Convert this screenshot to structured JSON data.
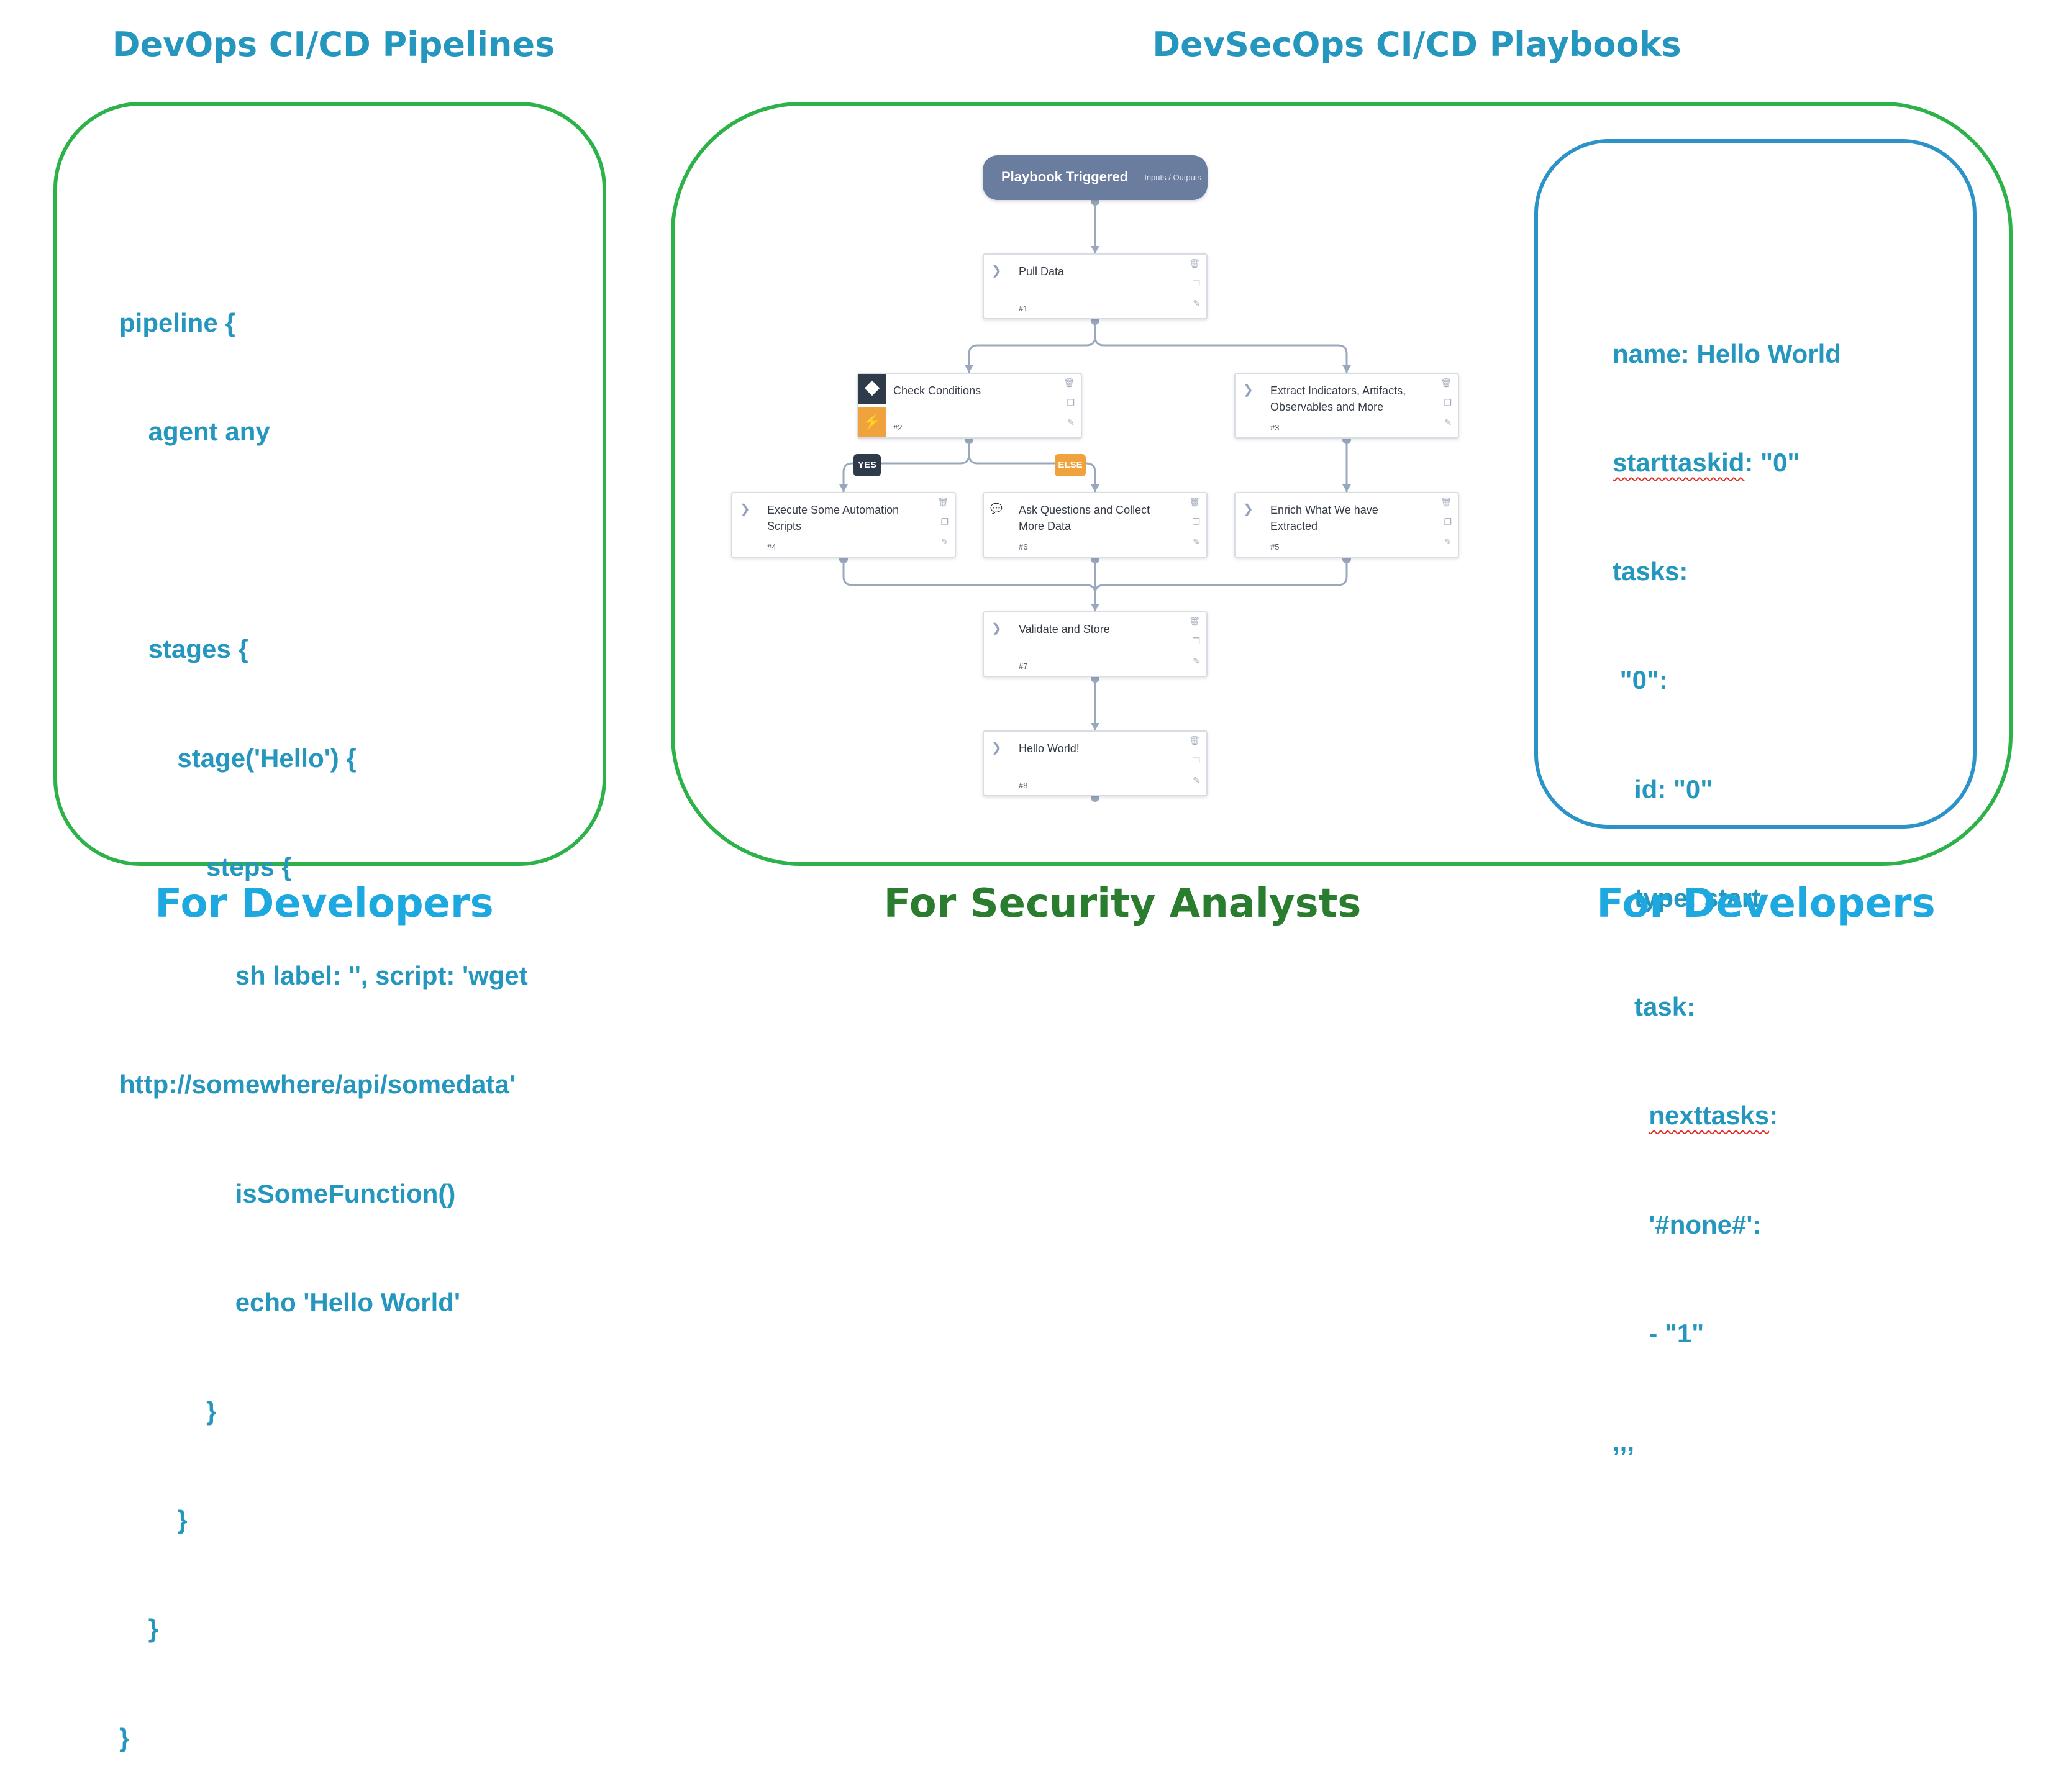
{
  "titles": {
    "left": "DevOps CI/CD Pipelines",
    "right": "DevSecOps CI/CD Playbooks"
  },
  "footers": {
    "left": "For Developers",
    "middle": "For Security Analysts",
    "right": "For Developers"
  },
  "pipeline_code": {
    "l1": "pipeline {",
    "l2": "    agent any",
    "l3": "",
    "l4": "    stages {",
    "l5": "        stage('Hello') {",
    "l6": "            steps {",
    "l7a": "                sh label: '', script: 'wget",
    "l7b": "http://somewhere/api/somedata'",
    "l8": "                isSomeFunction()",
    "l9": "                echo 'Hello World'",
    "l10": "            }",
    "l11": "        }",
    "l12": "    }",
    "l13": "}"
  },
  "yaml_code": {
    "l1": "name: Hello World",
    "l2_key": "starttaskid",
    "l2_val": ": \"0\"",
    "l3": "tasks:",
    "l4": " \"0\":",
    "l5": "   id: \"0\"",
    "l6": "   type: start",
    "l7": "   task:",
    "l8_indent": "     ",
    "l8_key": "nexttasks",
    "l8_rest": ":",
    "l9": "     '#none#':",
    "l10": "     - \"1\"",
    "l11": ",,,"
  },
  "playbook": {
    "start": {
      "title": "Playbook Triggered",
      "io": "Inputs / Outputs"
    },
    "tasks": [
      {
        "name": "Pull Data",
        "num": "#1",
        "icon": "chevron-icon"
      },
      {
        "name": "Check Conditions",
        "num": "#2",
        "icon": "condition-icon"
      },
      {
        "name": "Extract Indicators, Artifacts, Observables and More",
        "num": "#3",
        "icon": "chevron-icon"
      },
      {
        "name": "Execute Some Automation Scripts",
        "num": "#4",
        "icon": "chevron-icon"
      },
      {
        "name": "Enrich What We have Extracted",
        "num": "#5",
        "icon": "chevron-icon"
      },
      {
        "name": "Ask Questions and Collect More Data",
        "num": "#6",
        "icon": "chat-icon"
      },
      {
        "name": "Validate and Store",
        "num": "#7",
        "icon": "chevron-icon"
      },
      {
        "name": "Hello World!",
        "num": "#8",
        "icon": "chevron-icon"
      }
    ],
    "branches": {
      "yes": "YES",
      "else": "ELSE"
    }
  },
  "colors": {
    "title_blue": "#2596be",
    "footer_dev_blue": "#1ea8e0",
    "footer_sec_green": "#2a7d2e",
    "panel_green": "#2db24a",
    "panel_blue": "#2b93c7",
    "start_node": "#6b7d9f",
    "yes_pill": "#2f3a4b",
    "else_pill": "#f0a33c"
  }
}
